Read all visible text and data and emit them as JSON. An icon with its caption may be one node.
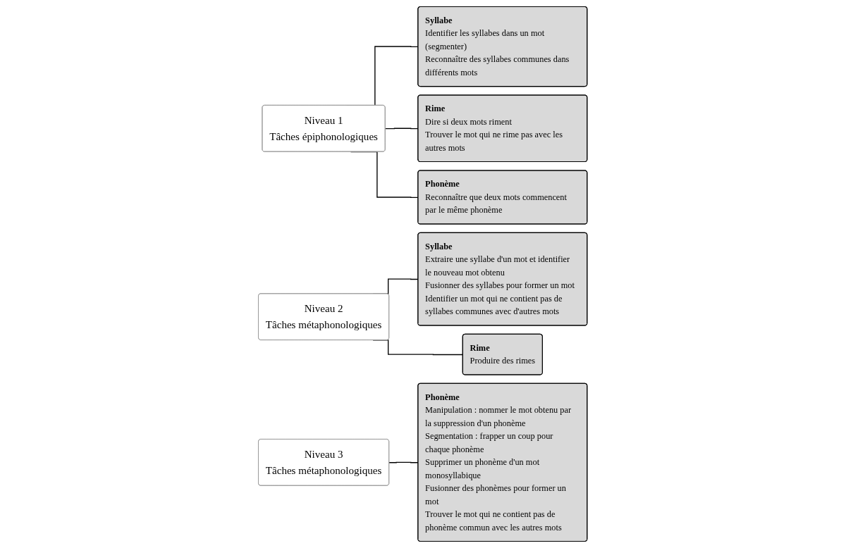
{
  "diagram": {
    "nodes": [
      {
        "text": [
          "Niveau 1",
          "Tâches épiphonologiques"
        ]
      },
      {
        "text": [
          "Syllabe",
          "Identifier les syllabes dans un mot (segmenter)",
          "Reconnaître des syllabes communes dans différents mots"
        ]
      },
      {
        "text": [
          "Rime",
          "Dire si deux mots riment",
          "Trouver le mot qui ne rime pas avec les autres mots"
        ]
      },
      {
        "text": [
          "Phonème",
          "Reconnaître que deux mots commencent par le même phonème"
        ]
      },
      {
        "text": [
          "Niveau 2",
          "Tâches métaphonologiques"
        ]
      },
      {
        "text": [
          "Syllabe",
          "Extraire une syllabe d'un mot et identifier le nouveau mot obtenu",
          "Fusionner des syllabes pour former un mot",
          "Identifier un mot qui ne contient pas de syllabes communes avec d'autres mots"
        ]
      },
      {
        "text": [
          "Rime",
          "Produire des rimes"
        ]
      },
      {
        "text": [
          "Niveau 3",
          "Tâches métaphonologiques"
        ]
      },
      {
        "text": [
          "Phonème",
          "Manipulation : nommer le mot obtenu par la suppression d'un phonème",
          "Segmentation : frapper un coup pour chaque phonème",
          "Supprimer un phonème d'un mot monosyllabique",
          "Fusionner des phonèmes pour former un mot",
          "Trouver le mot qui ne contient pas de phonème commun avec les autres mots"
        ]
      }
    ],
    "edges": [
      {
        "from": 0,
        "to": 1,
        "arrow": "none"
      },
      {
        "from": 0,
        "to": 2,
        "arrow": "none"
      },
      {
        "from": 0,
        "to": 3,
        "arrow": "none"
      },
      {
        "from": 4,
        "to": 5,
        "arrow": "none"
      },
      {
        "from": 4,
        "to": 6,
        "arrow": "none"
      },
      {
        "from": 7,
        "to": 8,
        "arrow": "none"
      }
    ]
  }
}
